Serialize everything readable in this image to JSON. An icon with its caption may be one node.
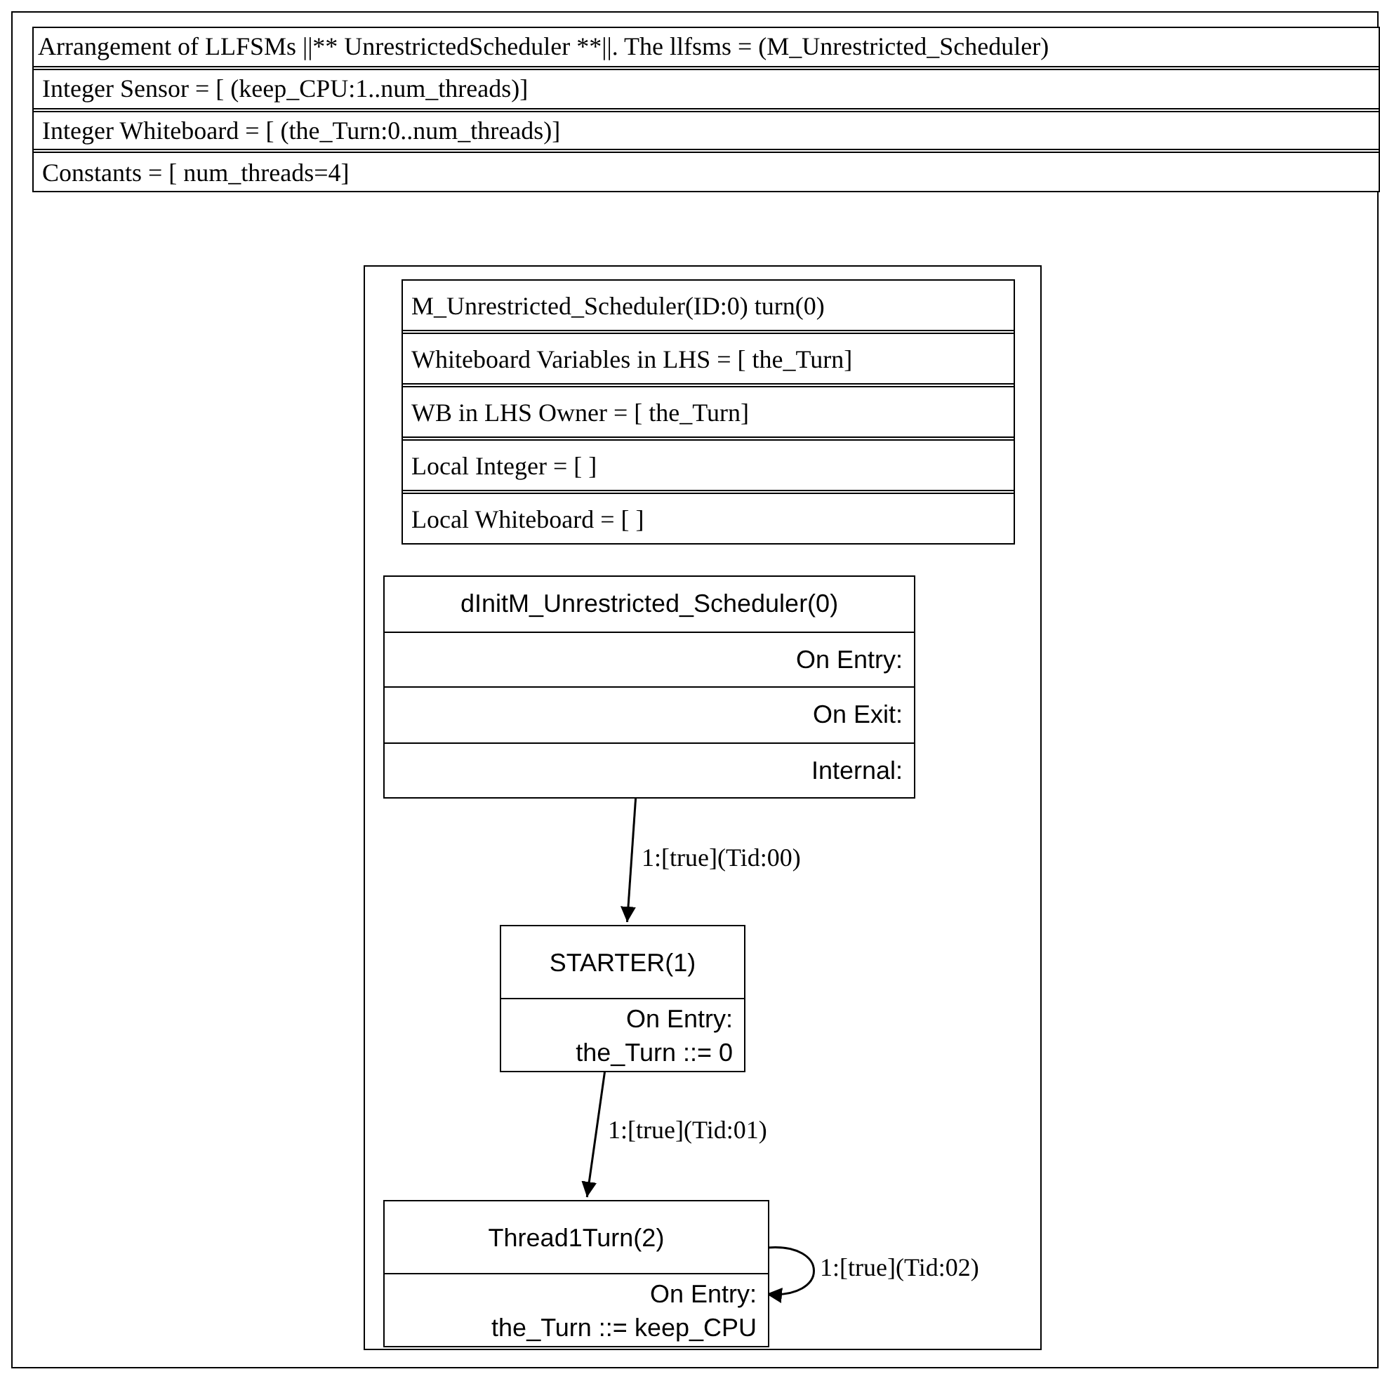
{
  "diagram": {
    "nodes": [
      {
        "text": [],
        "shape": "box"
      },
      {
        "text": [
          "Arrangement of LLFSMs ||** UnrestrictedScheduler **||. The llfsms = (M_Unrestricted_Scheduler)",
          "Integer Sensor =  [ (keep_CPU:1..num_threads)]",
          "Integer Whiteboard =  [ (the_Turn:0..num_threads)]",
          "Constants =  [ num_threads=4]"
        ],
        "in": 0
      },
      {
        "text": [],
        "shape": "box",
        "in": 0
      },
      {
        "text": [
          "M_Unrestricted_Scheduler(ID:0) turn(0)",
          "Whiteboard Variables in LHS =  [ the_Turn]",
          "WB in LHS Owner =  [ the_Turn]",
          "Local Integer =  [ ]",
          "Local Whiteboard =  [ ]"
        ],
        "in": 2
      },
      {
        "text": [
          "dInitM_Unrestricted_Scheduler(0)",
          "On Entry:",
          "On Exit:",
          "Internal:"
        ],
        "in": 2
      },
      {
        "text": [
          "STARTER(1)",
          "On Entry:",
          "the_Turn ::= 0"
        ],
        "in": 2
      },
      {
        "text": [
          "Thread1Turn(2)",
          "On Entry:",
          "the_Turn ::= keep_CPU"
        ],
        "in": 2
      }
    ],
    "edges": [
      {
        "from": 4,
        "to": 5,
        "arrow": "to",
        "label": "1:[true](Tid:00)"
      },
      {
        "from": 5,
        "to": 6,
        "arrow": "to",
        "label": "1:[true](Tid:01)"
      },
      {
        "from": 6,
        "to": 6,
        "arrow": "to",
        "label": "1:[true](Tid:02)"
      }
    ]
  }
}
